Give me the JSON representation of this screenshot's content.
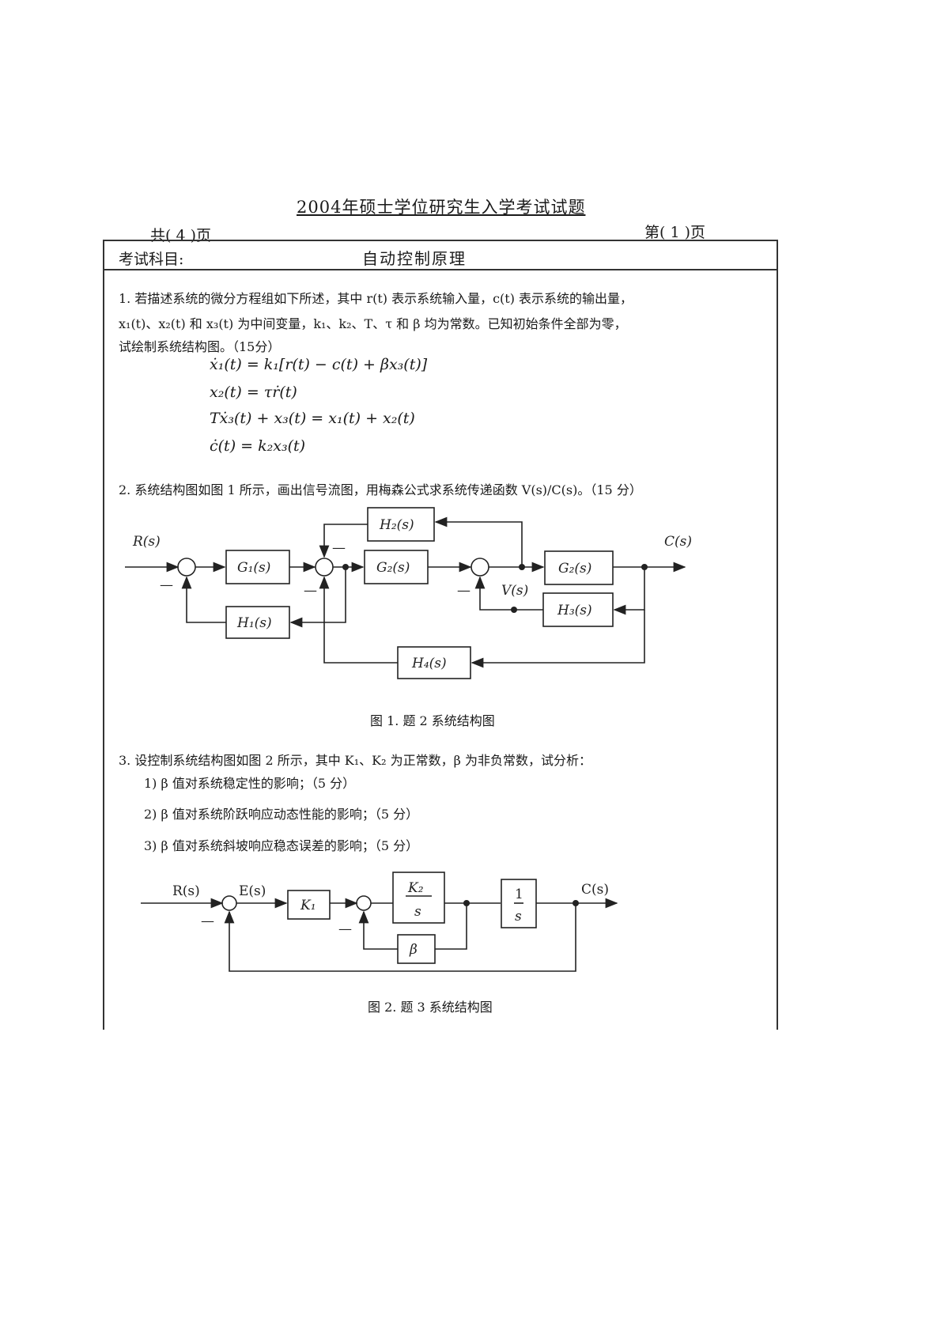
{
  "header": {
    "title": "2004年硕士学位研究生入学考试试题",
    "total_pages": "共( 4 )页",
    "page_number": "第( 1 )页",
    "subject_label": "考试科目:",
    "subject": "自动控制原理"
  },
  "q1": {
    "line1": "1. 若描述系统的微分方程组如下所述，其中 r(t) 表示系统输入量，c(t) 表示系统的输出量，",
    "line2": "x₁(t)、x₂(t) 和 x₃(t) 为中间变量，k₁、k₂、T、τ 和 β 均为常数。已知初始条件全部为零，",
    "line3": "试绘制系统结构图。（15分）",
    "equations": [
      "ẋ₁(t) = k₁[r(t) − c(t) + βx₃(t)]",
      "x₂(t) = τṙ(t)",
      "Tẋ₃(t) + x₃(t) = x₁(t) + x₂(t)",
      "ċ(t) = k₂x₃(t)"
    ]
  },
  "q2": {
    "text": "2. 系统结构图如图 1 所示，画出信号流图，用梅森公式求系统传递函数 V(s)/C(s)。（15 分）",
    "figure": {
      "input": "R(s)",
      "output": "C(s)",
      "v": "V(s)",
      "G1": "G₁(s)",
      "G2a": "G₂(s)",
      "G2b": "G₂(s)",
      "H1": "H₁(s)",
      "H2": "H₂(s)",
      "H3": "H₃(s)",
      "H4": "H₄(s)",
      "minus": "—"
    },
    "caption": "图 1. 题 2 系统结构图"
  },
  "q3": {
    "text": "3. 设控制系统结构图如图 2 所示，其中 K₁、K₂ 为正常数，β 为非负常数，试分析：",
    "items": [
      "1)   β 值对系统稳定性的影响；（5 分）",
      "2)   β 值对系统阶跃响应动态性能的影响；（5 分）",
      "3)   β 值对系统斜坡响应稳态误差的影响；（5 分）"
    ],
    "figure": {
      "input": "R(s)",
      "error": "E(s)",
      "output": "C(s)",
      "K1": "K₁",
      "K2": "K₂",
      "s": "s",
      "one": "1",
      "beta": "β",
      "minus": "—"
    },
    "caption": "图 2. 题 3 系统结构图"
  }
}
